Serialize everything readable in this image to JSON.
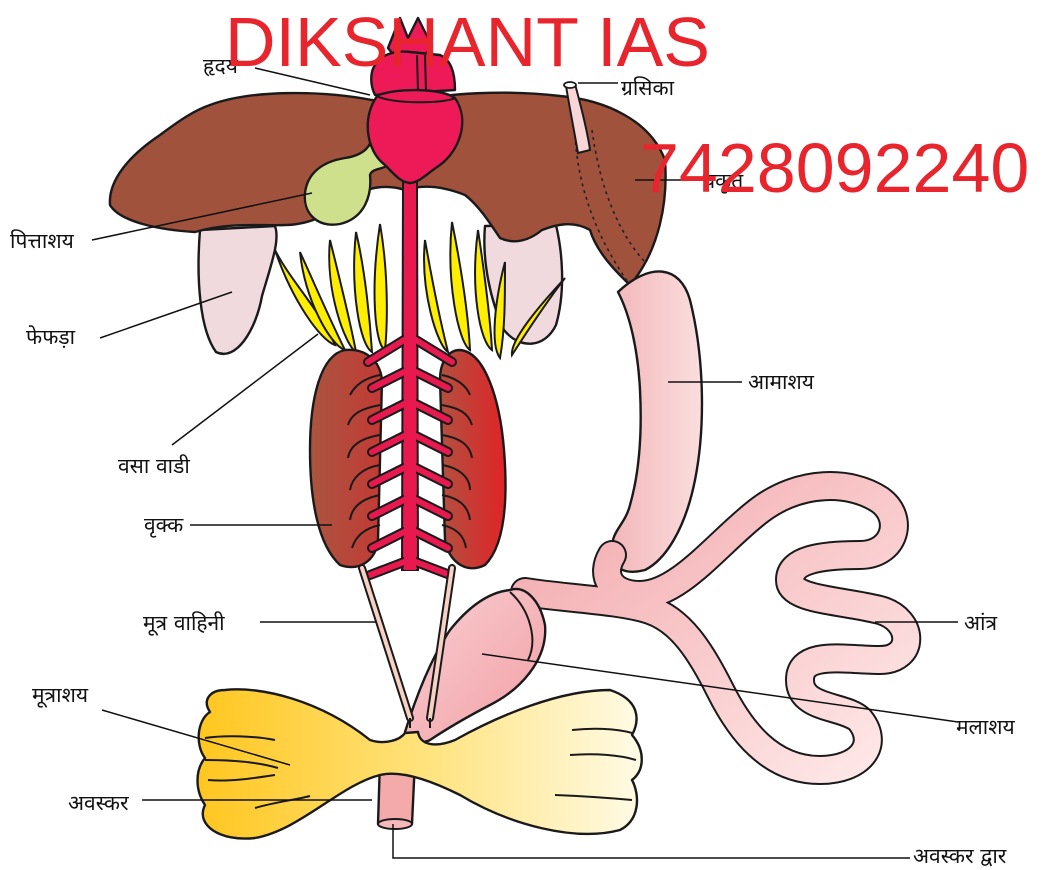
{
  "watermark": {
    "title": "DIKSHANT IAS",
    "phone": "7428092240",
    "color": "#e8242c"
  },
  "labels": {
    "heart": "हृदय",
    "oesophagus": "ग्रसिका",
    "liver": "यकृत",
    "gall_bladder": "पित्ताशय",
    "lungs": "फेफड़ा",
    "stomach": "आमाशय",
    "fat_body": "वसा वाडी",
    "kidney": "वृक्क",
    "ureter": "मूत्र वाहिनी",
    "intestine": "आंत्र",
    "urinary_bladder": "मूत्राशय",
    "rectum": "मलाशय",
    "cloaca": "अवस्कर",
    "cloacal_aperture": "अवस्कर द्वार"
  },
  "colors": {
    "liver": "#a0523d",
    "heart": "#ee1a58",
    "gall_bladder": "#cfe08c",
    "lungs": "#f0dade",
    "fat_body": "#ffee00",
    "kidney": "#b5533e",
    "stomach": "#f6c4c6",
    "intestine": "#f4b3b5",
    "bladder": "#ffd040",
    "aorta": "#e8194e"
  }
}
